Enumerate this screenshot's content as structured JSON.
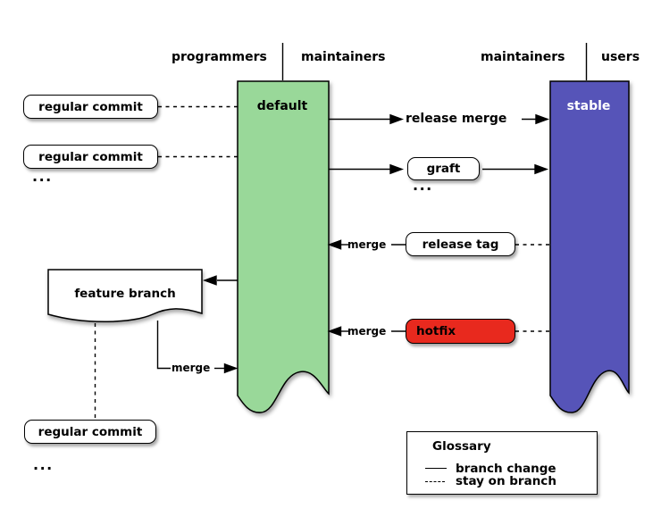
{
  "header": {
    "zones": [
      {
        "label": "programmers"
      },
      {
        "label": "maintainers"
      },
      {
        "label": "maintainers"
      },
      {
        "label": "users"
      }
    ]
  },
  "branches": {
    "default": {
      "label": "default",
      "color": "#99d899"
    },
    "stable": {
      "label": "stable",
      "color": "#5654b8",
      "text_color": "#ffffff"
    }
  },
  "nodes": {
    "regular_commit_1": {
      "label": "regular commit"
    },
    "regular_commit_2": {
      "label": "regular commit"
    },
    "regular_commit_3": {
      "label": "regular commit"
    },
    "release_merge": {
      "label": "release merge"
    },
    "graft": {
      "label": "graft"
    },
    "release_tag": {
      "label": "release tag"
    },
    "hotfix": {
      "label": "hotfix",
      "color": "#e8291e"
    },
    "feature_branch": {
      "label": "feature branch"
    }
  },
  "ellipses": {
    "e1": "...",
    "e2": "...",
    "e3": "..."
  },
  "merge_labels": {
    "release_tag": "merge",
    "hotfix": "merge",
    "feature": "merge"
  },
  "glossary": {
    "title": "Glossary",
    "items": [
      {
        "line_style": "solid",
        "label": "branch change"
      },
      {
        "line_style": "dashed",
        "label": "stay on branch"
      }
    ]
  },
  "colors": {
    "outline": "#000000",
    "background": "#ffffff"
  }
}
